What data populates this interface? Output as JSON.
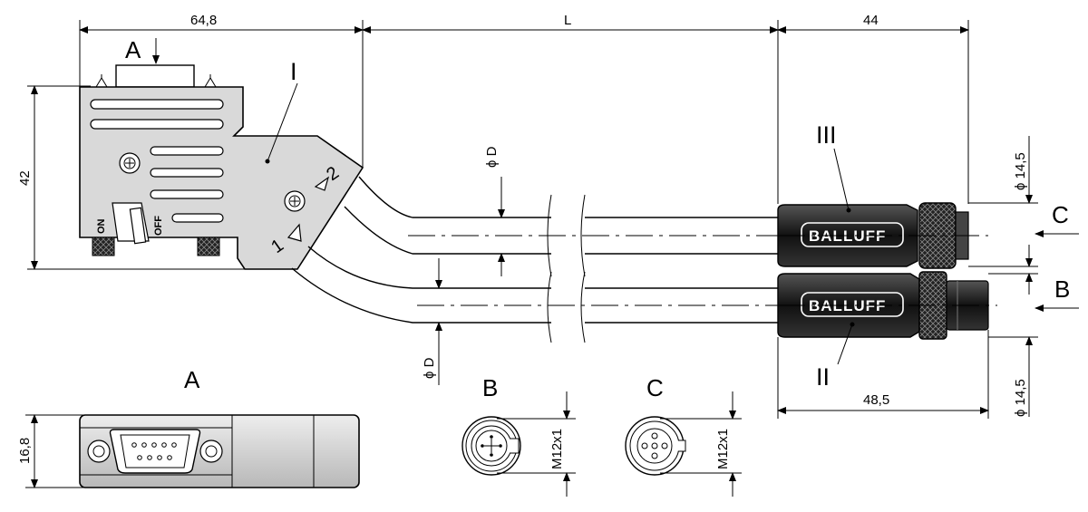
{
  "drawing": {
    "dimensions": {
      "width_connector": "64,8",
      "length": "L",
      "width_right_connector": "44",
      "height_connector": "42",
      "diameter_cable_top": "ϕ D",
      "diameter_cable_bottom": "ϕ D",
      "diameter_connector_top": "ϕ 14,5",
      "diameter_connector_bottom": "ϕ 14,5",
      "length_bottom_connector": "48,5",
      "height_side_view": "16,8",
      "thread_b": "M12x1",
      "thread_c": "M12x1"
    },
    "labels": {
      "view_a_arrow": "A",
      "view_a_title": "A",
      "view_b_arrow": "B",
      "view_b_title": "B",
      "view_c_arrow": "C",
      "view_c_title": "C",
      "callout_1": "I",
      "callout_2": "II",
      "callout_3": "III",
      "port_1": "1",
      "port_2": "2",
      "switch_on": "ON",
      "switch_off": "OFF"
    },
    "brand_top": "BALLUFF",
    "brand_bottom": "BALLUFF"
  },
  "colors": {
    "line": "#000000",
    "body_gray": "#d9d9d9",
    "connector_dark": "#1a1a1a"
  }
}
